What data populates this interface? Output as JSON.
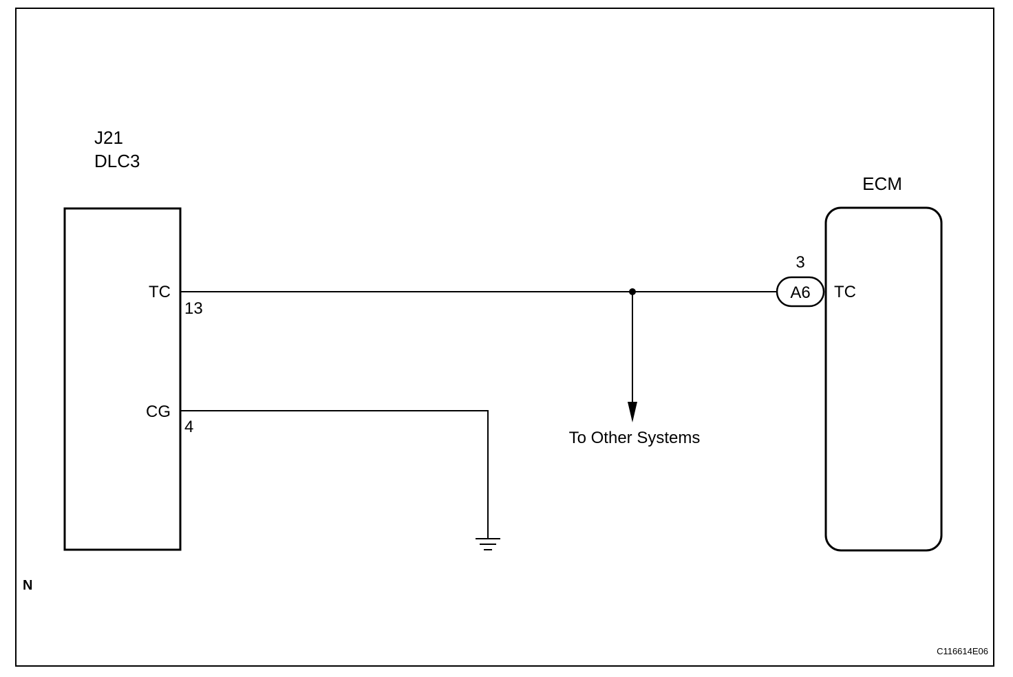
{
  "dlc3": {
    "connector_id": "J21",
    "name": "DLC3",
    "pins": [
      {
        "label": "TC",
        "number": "13"
      },
      {
        "label": "CG",
        "number": "4"
      }
    ]
  },
  "ecm": {
    "name": "ECM",
    "connector": "A6",
    "pin_number": "3",
    "pin_label": "TC"
  },
  "branch": {
    "label": "To Other Systems"
  },
  "corner_mark": "N",
  "figure_code": "C116614E06"
}
